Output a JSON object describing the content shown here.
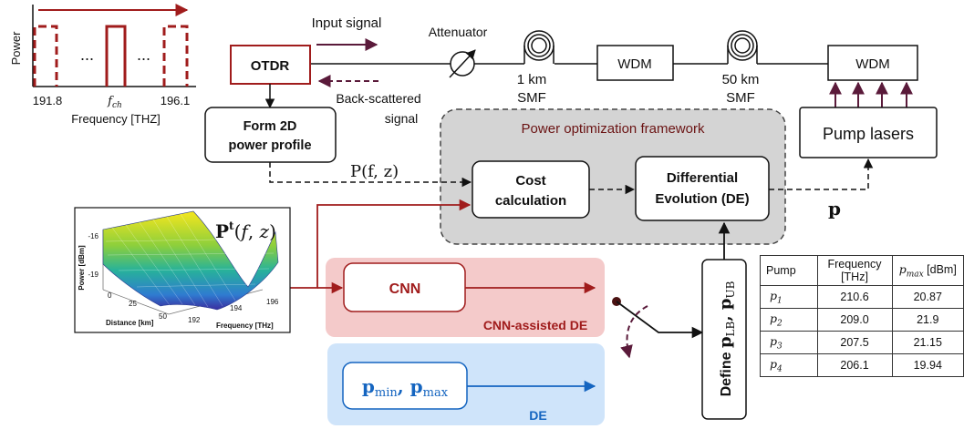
{
  "spectrum": {
    "ylabel": "Power",
    "xlabel": "Frequency [THZ]",
    "tick_left": "191.8",
    "tick_right": "196.1",
    "tick_mid": "f",
    "tick_mid_sub": "ch",
    "dots": "..."
  },
  "blocks": {
    "otdr": "OTDR",
    "form_line1": "Form 2D",
    "form_line2": "power profile",
    "attenuator": "Attenuator",
    "smf1_line1": "1 km",
    "smf1_line2": "SMF",
    "wdm1": "WDM",
    "smf2_line1": "50 km",
    "smf2_line2": "SMF",
    "wdm2": "WDM",
    "pump_lasers": "Pump lasers",
    "cost_line1": "Cost",
    "cost_line2": "calculation",
    "de_line1": "Differential",
    "de_line2": "Evolution (DE)",
    "framework_title": "Power optimization framework",
    "cnn": "CNN",
    "cnn_label": "CNN-assisted DE",
    "de_label": "DE",
    "pminmax": "p_min, p_max",
    "define": "Define p_LB, p_UB"
  },
  "signals": {
    "input": "Input signal",
    "back_line1": "Back-scattered",
    "back_line2": "signal",
    "p_fz": "P(f, z)",
    "p_vec": "p",
    "pt_fz": "P^t(f, z)"
  },
  "surface_plot": {
    "ylabel": "Power [dBm]",
    "xlabel": "Distance [km]",
    "zlabel": "Frequency [THz]",
    "yticks": [
      "-16",
      "-19"
    ],
    "xticks": [
      "0",
      "25",
      "50"
    ],
    "zticks": [
      "192",
      "194",
      "196"
    ]
  },
  "table": {
    "headers": [
      "Pump",
      "Frequency [THz]",
      "p_max [dBm]"
    ],
    "rows": [
      {
        "pump": "p",
        "sub": "1",
        "freq": "210.6",
        "pmax": "20.87"
      },
      {
        "pump": "p",
        "sub": "2",
        "freq": "209.0",
        "pmax": "21.9"
      },
      {
        "pump": "p",
        "sub": "3",
        "freq": "207.5",
        "pmax": "21.15"
      },
      {
        "pump": "p",
        "sub": "4",
        "freq": "206.1",
        "pmax": "19.94"
      }
    ]
  },
  "colors": {
    "dark_red": "#a01c1c",
    "blue": "#1565c0",
    "cnn_bg": "#f4caca",
    "de_bg": "#cfe4fa",
    "framework_bg": "#d4d4d4"
  }
}
